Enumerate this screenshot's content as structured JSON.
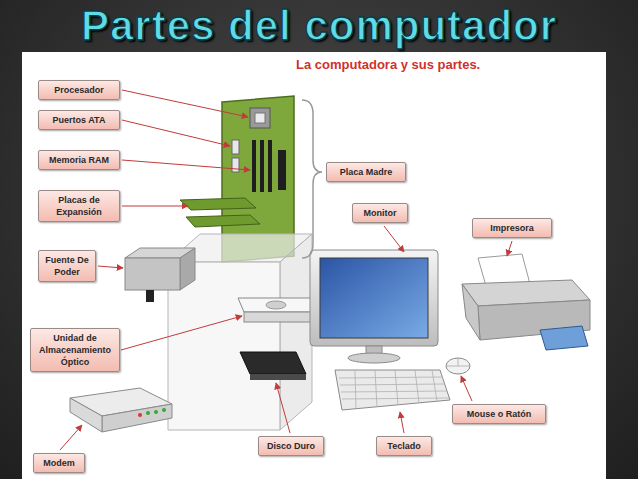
{
  "diagram": {
    "title": "Partes del computador",
    "nodes": [
      {
        "text": [
          "Procesador"
        ]
      },
      {
        "text": [
          "Puertos ATA"
        ]
      },
      {
        "text": [
          "Memoria RAM"
        ]
      },
      {
        "text": [
          "Placa Madre"
        ]
      },
      {
        "text": [
          "Placas de Expansión"
        ]
      },
      {
        "text": [
          "Monitor"
        ]
      },
      {
        "text": [
          "Impresora"
        ]
      },
      {
        "text": [
          "Fuente De Poder"
        ]
      },
      {
        "text": [
          "Unidad de Almacenamiento Óptico"
        ]
      },
      {
        "text": [
          "Mouse o Ratón"
        ]
      },
      {
        "text": [
          "Modem"
        ]
      },
      {
        "text": [
          "Disco Duro"
        ]
      },
      {
        "text": [
          "Teclado"
        ]
      }
    ],
    "labels": [
      "La computadora y sus partes."
    ]
  }
}
